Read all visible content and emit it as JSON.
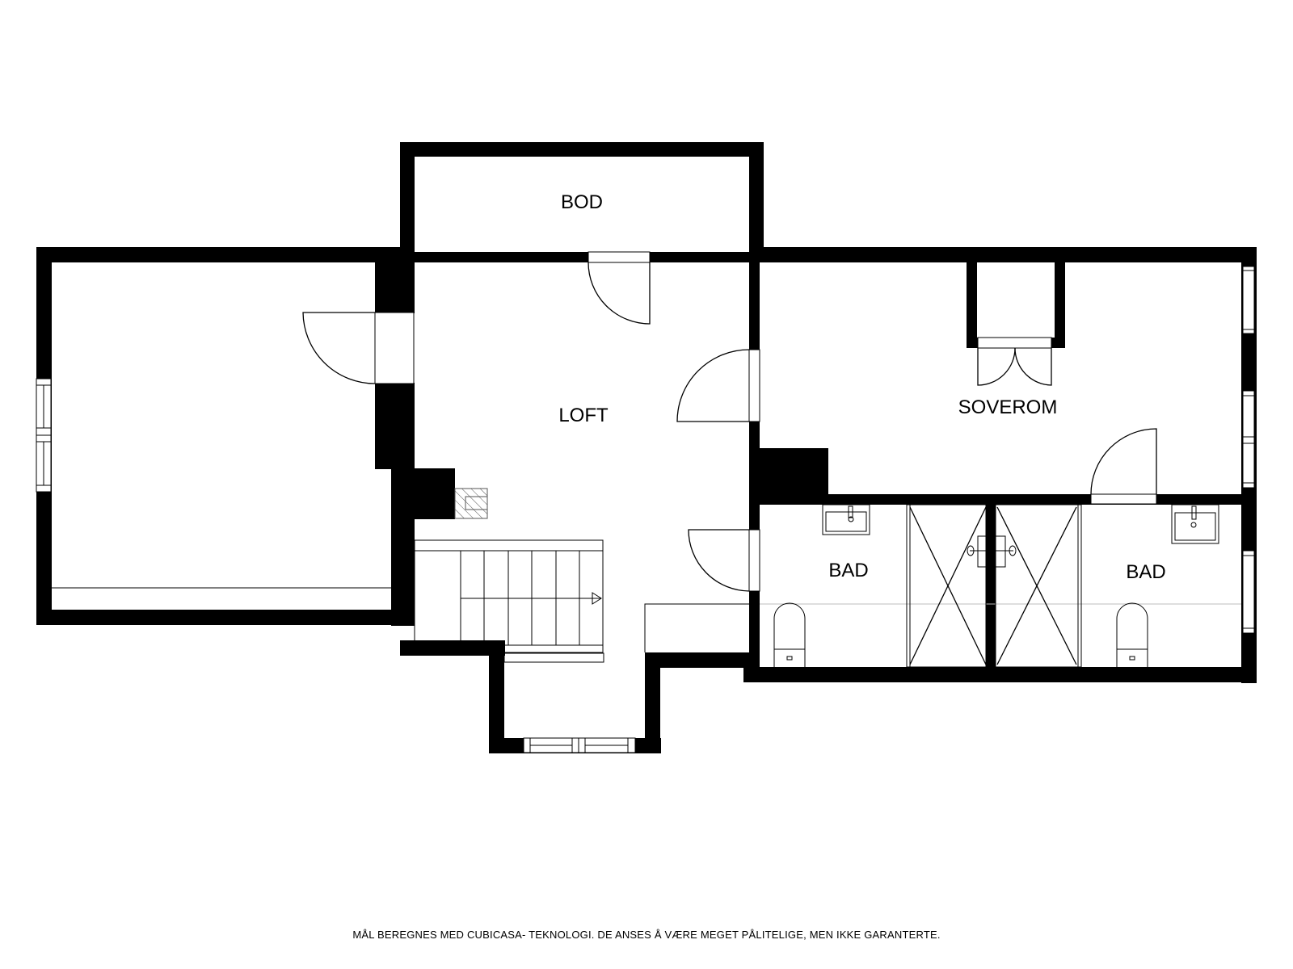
{
  "rooms": {
    "bod": {
      "label": "BOD"
    },
    "loft": {
      "label": "LOFT"
    },
    "soverom": {
      "label": "SOVEROM"
    },
    "bad_left": {
      "label": "BAD"
    },
    "bad_right": {
      "label": "BAD"
    },
    "unlabeled_room": {
      "label": ""
    }
  },
  "footer": {
    "disclaimer": "MÅL BEREGNES MED CUBICASA- TEKNOLOGI. DE ANSES Å VÆRE MEGET PÅLITELIGE, MEN IKKE GARANTERTE."
  },
  "colors": {
    "wall": "#000000",
    "background": "#ffffff"
  }
}
